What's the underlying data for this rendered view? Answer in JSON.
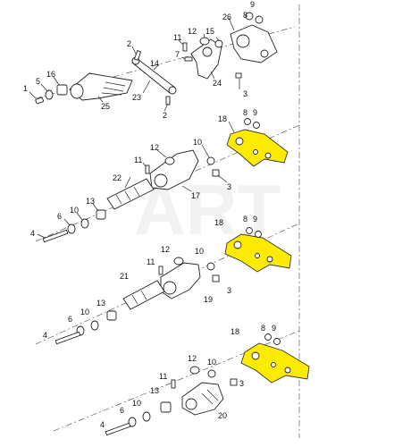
{
  "watermark": "ART",
  "colors": {
    "highlight": "#ffeb00",
    "line": "#222222"
  },
  "callouts": {
    "c1": "1",
    "c5": "5",
    "c16": "16",
    "c25": "25",
    "c2a": "2",
    "c23": "23",
    "c14": "14",
    "c2b": "2",
    "c11a": "11",
    "c12a": "12",
    "c15": "15",
    "c7": "7",
    "c24": "24",
    "c9a": "9",
    "c8a": "8",
    "c26": "26",
    "c3a": "3",
    "c18a": "18",
    "c8b": "8",
    "c9b": "9",
    "c12b": "12",
    "c10a": "10",
    "c11b": "11",
    "c22": "22",
    "c17": "17",
    "c3b": "3",
    "c13a": "13",
    "c10b": "10",
    "c6a": "6",
    "c4a": "4",
    "c18b": "18",
    "c8c": "8",
    "c9c": "9",
    "c12c": "12",
    "c10c": "10",
    "c11c": "11",
    "c21": "21",
    "c19": "19",
    "c3c": "3",
    "c13b": "13",
    "c10d": "10",
    "c6b": "6",
    "c4b": "4",
    "c18c": "18",
    "c8d": "8",
    "c9d": "9",
    "c11d": "11",
    "c12d": "12",
    "c10e": "10",
    "c3d": "3",
    "c13c": "13",
    "c20": "20",
    "c10f": "10",
    "c6c": "6",
    "c4c": "4"
  }
}
